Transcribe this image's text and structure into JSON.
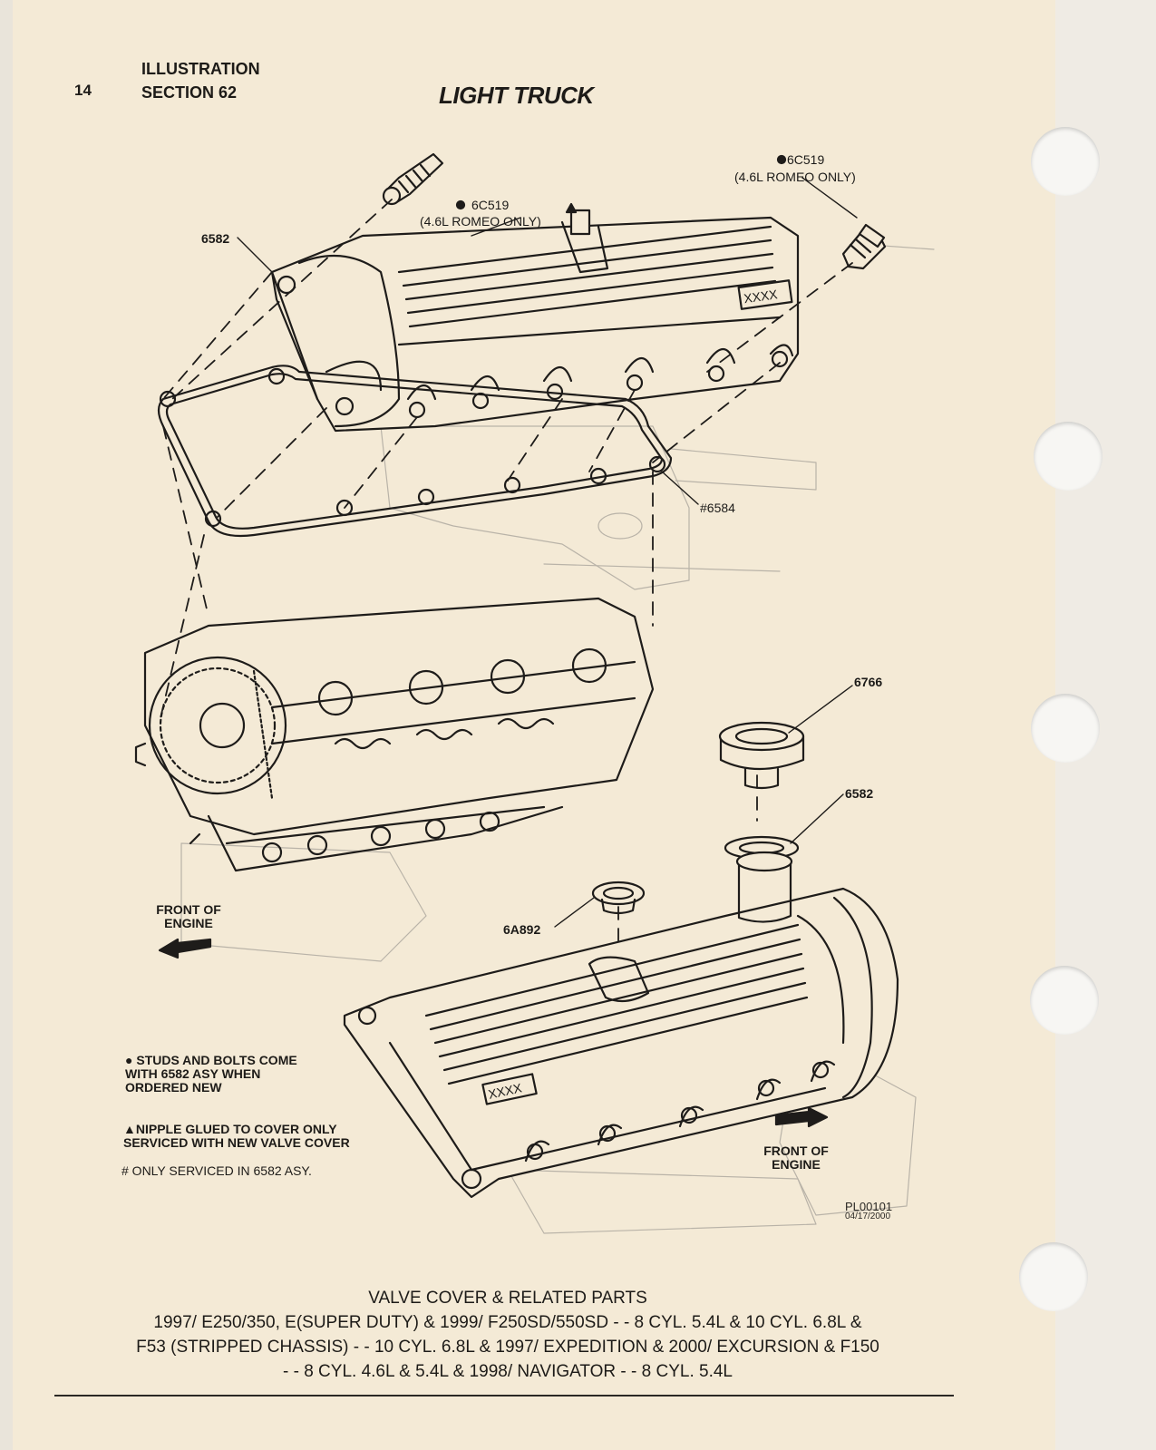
{
  "header": {
    "page_number": "14",
    "illustration": "ILLUSTRATION",
    "section": "SECTION 62",
    "title": "LIGHT TRUCK"
  },
  "callouts": {
    "c_6c519_left": "6C519",
    "c_6c519_left_note": "(4.6L ROMEO ONLY)",
    "c_6c519_right": "6C519",
    "c_6c519_right_note": "(4.6L ROMEO ONLY)",
    "c_6582_top": "6582",
    "c_6584": "#6584",
    "c_6766": "6766",
    "c_6582_bottom": "6582",
    "c_6a892": "6A892",
    "cover_mark_top": "XXXX",
    "cover_mark_bottom": "XXXX"
  },
  "front_of_engine": {
    "left": [
      "FRONT OF",
      "ENGINE"
    ],
    "right": [
      "FRONT OF",
      "ENGINE"
    ]
  },
  "notes": {
    "studs": "STUDS AND BOLTS COME\nWITH 6582 ASY WHEN\nORDERED NEW",
    "nipple": "NIPPLE GLUED TO COVER ONLY\nSERVICED WITH NEW VALVE COVER",
    "only_serviced": "# ONLY SERVICED IN 6582 ASY."
  },
  "drawing_code": {
    "code": "PL00101",
    "date": "04/17/2000"
  },
  "caption": {
    "line1": "VALVE COVER & RELATED PARTS",
    "line2": "1997/ E250/350, E(SUPER DUTY) & 1999/ F250SD/550SD - - 8 CYL. 5.4L & 10 CYL. 6.8L &",
    "line3": "F53 (STRIPPED CHASSIS) - - 10 CYL. 6.8L & 1997/ EXPEDITION & 2000/ EXCURSION & F150",
    "line4": "- - 8 CYL. 4.6L & 5.4L & 1998/ NAVIGATOR - - 8 CYL. 5.4L"
  }
}
